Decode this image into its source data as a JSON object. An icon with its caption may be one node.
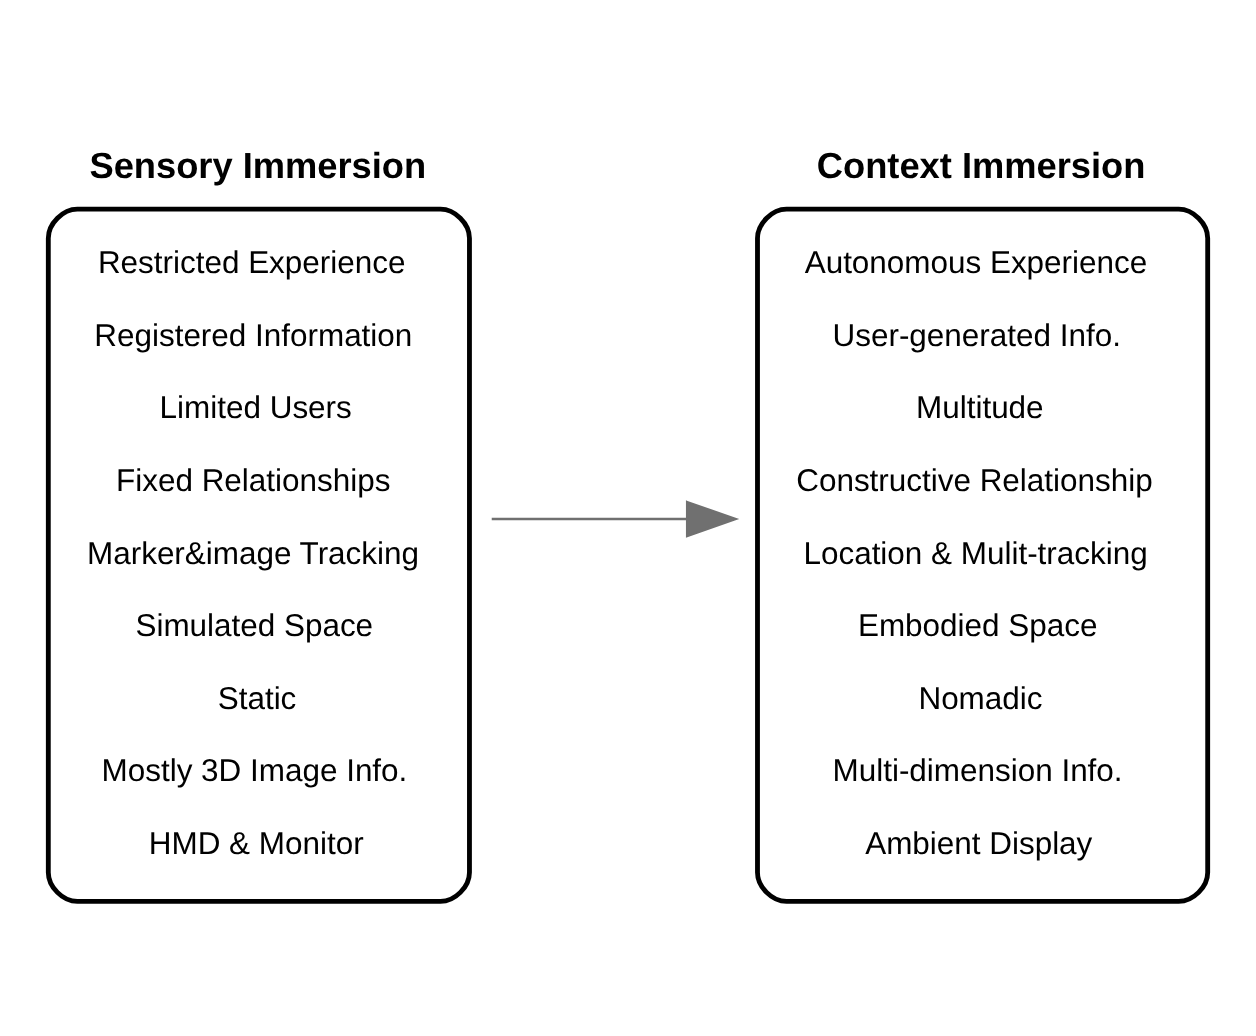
{
  "diagram": {
    "nodes": [
      {
        "text": [
          "Sensory Immersion",
          "Restricted Experience",
          "Registered Information",
          "Limited Users",
          "Fixed Relationships",
          "Marker&image Tracking",
          "Simulated Space",
          "Static",
          "Mostly 3D Image Info.",
          "HMD & Monitor"
        ]
      },
      {
        "text": [
          "Context Immersion",
          "Autonomous Experience",
          "User-generated Info.",
          "Multitude",
          "Constructive Relationship",
          "Location & Mulit-tracking",
          "Embodied Space",
          "Nomadic",
          "Multi-dimension Info.",
          "Ambient Display"
        ]
      }
    ],
    "edges": [
      {
        "from": 0,
        "to": 1,
        "arrow": "to",
        "color": "#707070"
      }
    ]
  }
}
